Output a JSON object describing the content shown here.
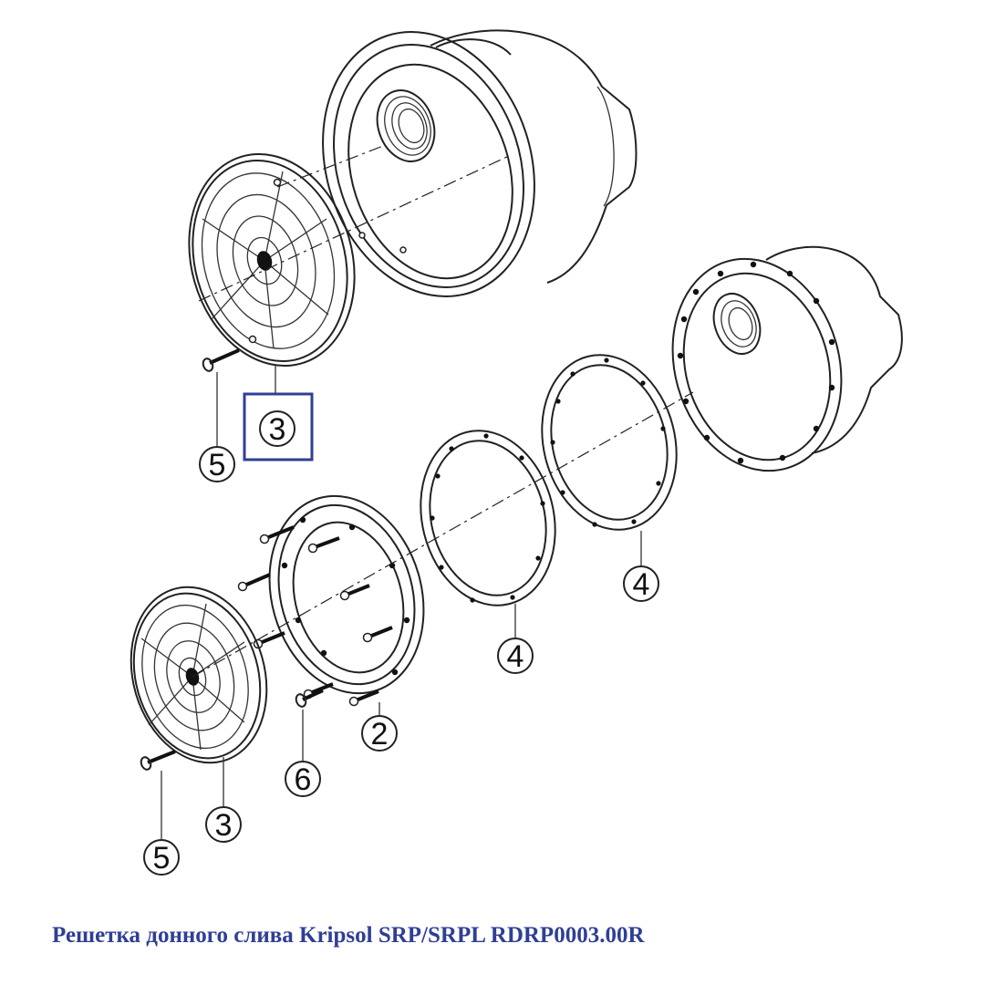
{
  "diagram": {
    "callouts": {
      "upper_grate": "3",
      "upper_screw": "5",
      "gasket_right": "4",
      "gasket_mid": "4",
      "flange": "2",
      "flange_screw": "6",
      "lower_grate": "3",
      "lower_screw": "5"
    },
    "highlight": {
      "target": "upper_grate",
      "color": "#2f3f95"
    }
  },
  "caption": "Решетка донного слива Kripsol SRP/SRPL RDRP0003.00R"
}
